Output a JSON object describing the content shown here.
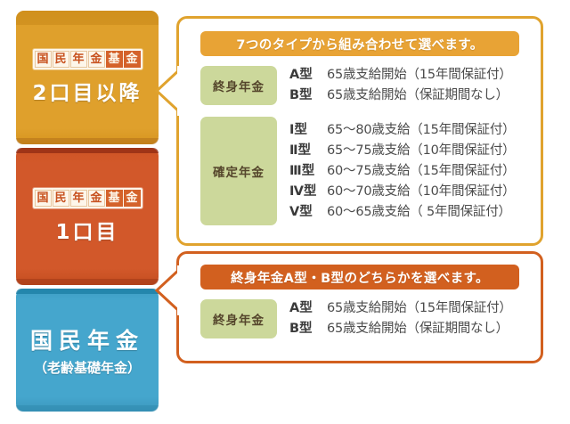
{
  "blocks": [
    {
      "id": "tier3",
      "tag_chars": [
        "国",
        "民",
        "年",
        "金",
        "基",
        "金"
      ],
      "tag_inverted_from": 4,
      "title": "2口目以降",
      "sub": "",
      "color": "#dfa02c"
    },
    {
      "id": "tier2",
      "tag_chars": [
        "国",
        "民",
        "年",
        "金",
        "基",
        "金"
      ],
      "tag_inverted_from": 4,
      "title": "1口目",
      "sub": "",
      "color": "#d2582a"
    },
    {
      "id": "tier1",
      "tag_chars": [],
      "title": "国民年金",
      "sub": "（老齢基礎年金）",
      "color": "#45a6cd"
    }
  ],
  "callout_top": {
    "banner": "7つのタイプから組み合わせて選べます。",
    "banner_color": "#e8a335",
    "border_color": "#e0a32e",
    "groups": [
      {
        "chip": "終身年金",
        "rows": [
          {
            "type": "A型",
            "desc": "65歳支給開始（15年間保証付）"
          },
          {
            "type": "B型",
            "desc": "65歳支給開始（保証期間なし）"
          }
        ]
      },
      {
        "chip": "確定年金",
        "rows": [
          {
            "type": "Ⅰ型",
            "desc": "65〜80歳支給（15年間保証付）"
          },
          {
            "type": "Ⅱ型",
            "desc": "65〜75歳支給（10年間保証付）"
          },
          {
            "type": "Ⅲ型",
            "desc": "60〜75歳支給（15年間保証付）"
          },
          {
            "type": "Ⅳ型",
            "desc": "60〜70歳支給（10年間保証付）"
          },
          {
            "type": "Ⅴ型",
            "desc": "60〜65歳支給（ 5年間保証付）"
          }
        ]
      }
    ]
  },
  "callout_bottom": {
    "banner": "終身年金A型・B型のどちらかを選べます。",
    "banner_color": "#d2601f",
    "border_color": "#d2601f",
    "groups": [
      {
        "chip": "終身年金",
        "rows": [
          {
            "type": "A型",
            "desc": "65歳支給開始（15年間保証付）"
          },
          {
            "type": "B型",
            "desc": "65歳支給開始（保証期間なし）"
          }
        ]
      }
    ]
  },
  "chip_color": "#ccd89b"
}
